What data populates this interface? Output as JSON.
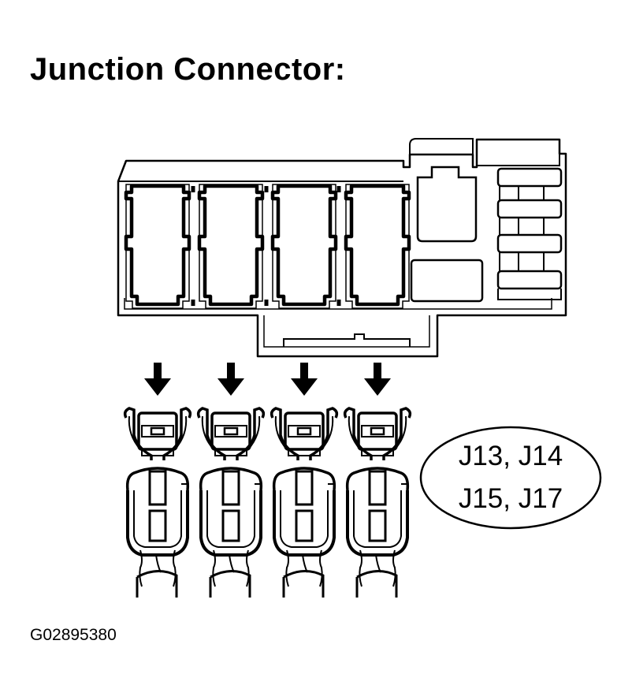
{
  "title": "Junction Connector:",
  "connector_labels": [
    "J13, J14",
    "J15, J17"
  ],
  "figure_id": "G02895380",
  "terminal_count": 4
}
